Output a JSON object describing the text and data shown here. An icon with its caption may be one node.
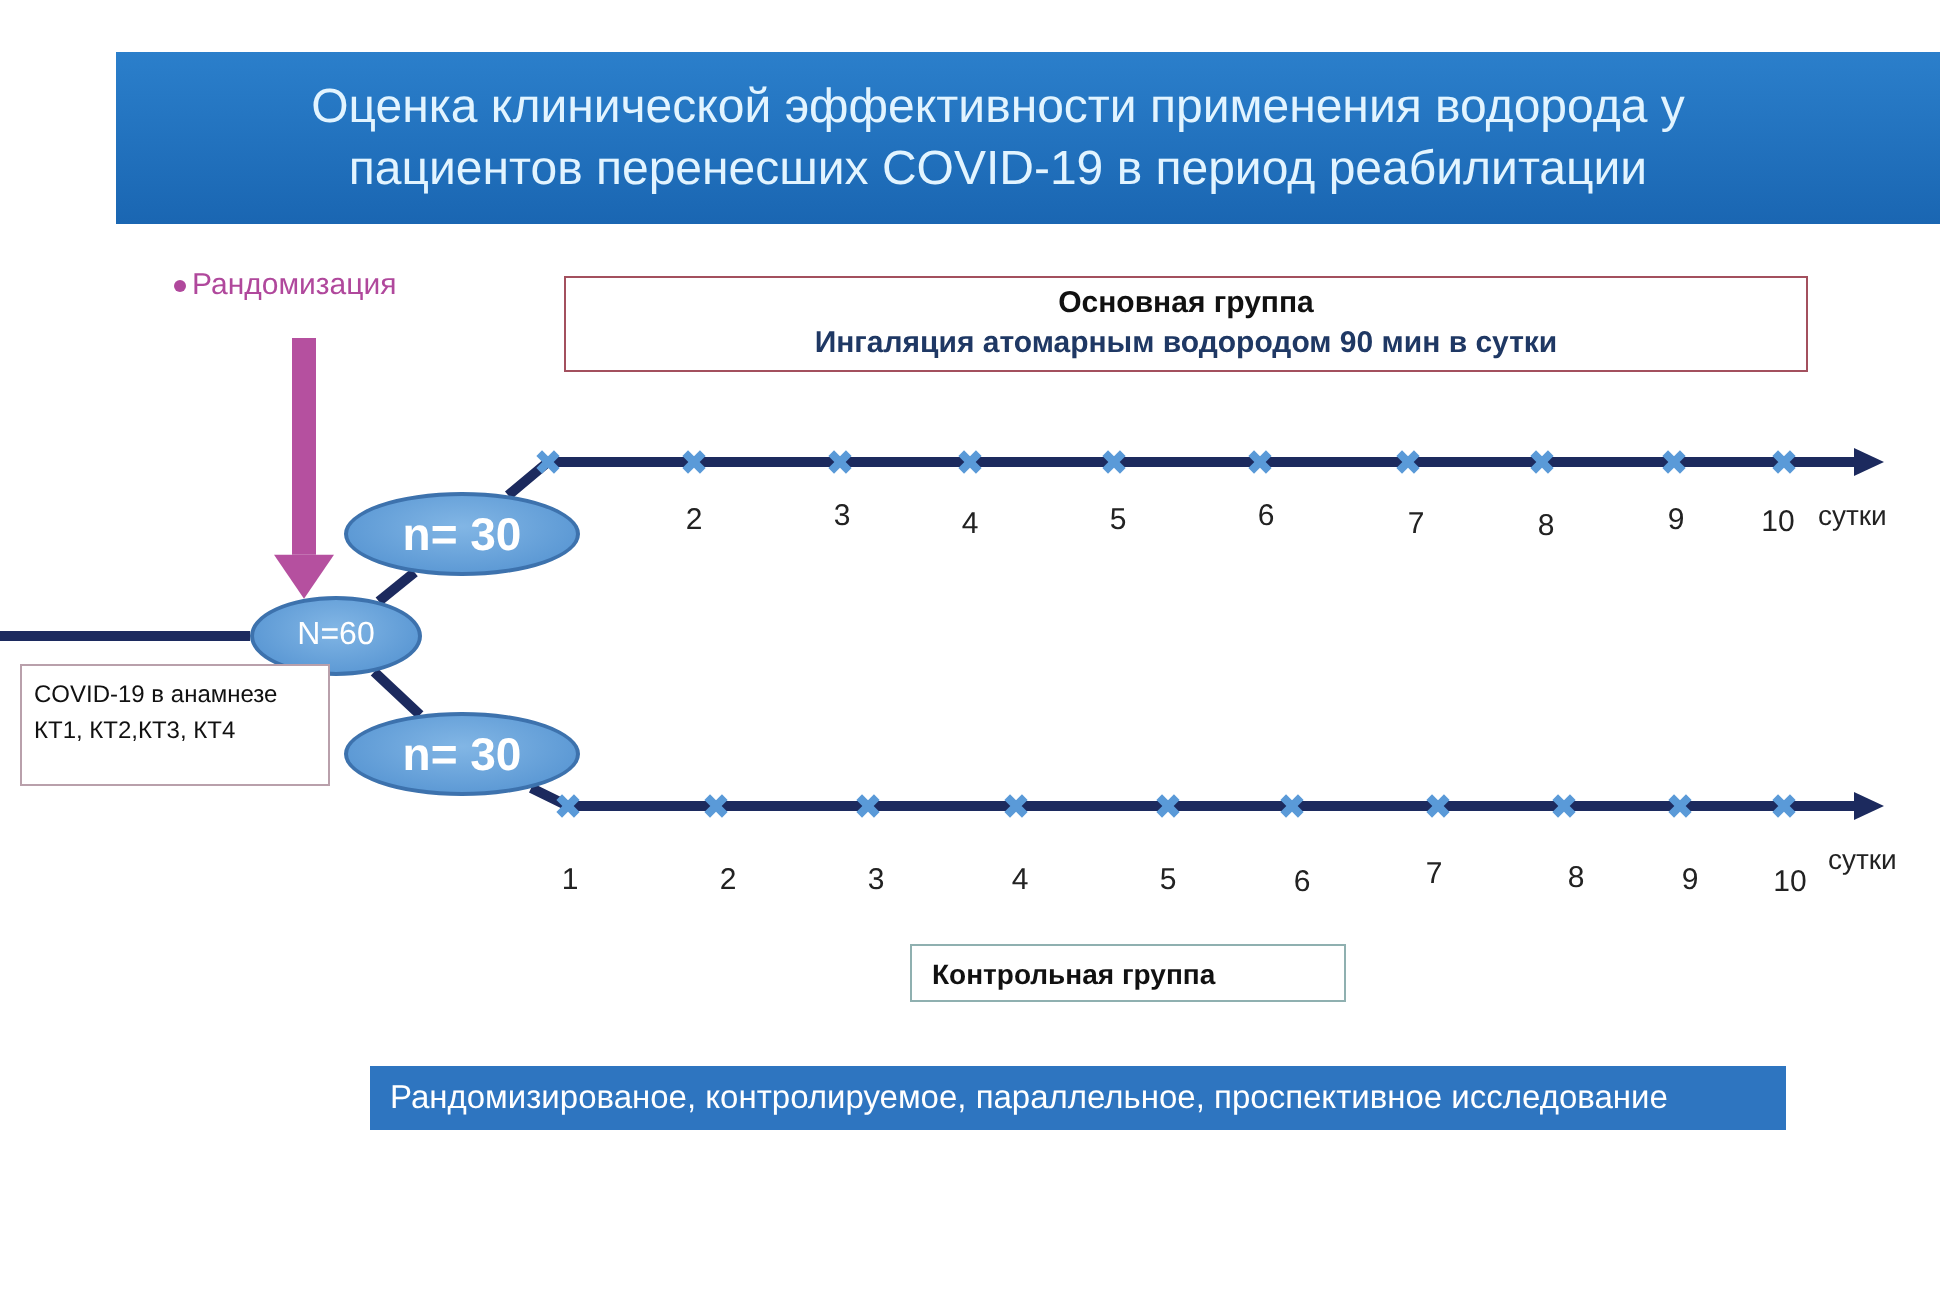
{
  "diagram": {
    "title": "Оценка клинической эффективности применения водорода у пациентов перенесших COVID-19 в период реабилитации",
    "nodes": [
      {
        "text": [
          "Рандомизация"
        ]
      },
      {
        "text": [
          "Основная группа",
          "Ингаляция атомарным водородом 90 мин в сутки"
        ]
      },
      {
        "text": [
          "n= 30"
        ]
      },
      {
        "text": [
          "N=60"
        ]
      },
      {
        "text": [
          "COVID-19 в анамнезе КТ1, КТ2,КТ3, КТ4"
        ]
      },
      {
        "text": [
          "n= 30"
        ]
      },
      {
        "text": [
          "Контрольная группа"
        ]
      },
      {
        "text": [
          "Рандомизированое, контролируемое, параллельное, проспективное исследование"
        ]
      }
    ],
    "edges": [
      {
        "from": 0,
        "to": 3,
        "arrow": "to",
        "style": "thick",
        "color": "#b5509f"
      },
      {
        "from": null,
        "to": 3,
        "arrow": "none"
      },
      {
        "from": 3,
        "to": 2,
        "arrow": "none"
      },
      {
        "from": 3,
        "to": 5,
        "arrow": "none"
      },
      {
        "from": 2,
        "to": null,
        "arrow": "to"
      },
      {
        "from": 5,
        "to": null,
        "arrow": "to"
      }
    ],
    "labels": [
      "2",
      "3",
      "4",
      "5",
      "6",
      "7",
      "8",
      "9",
      "10",
      "сутки",
      "1",
      "2",
      "3",
      "4",
      "5",
      "6",
      "7",
      "8",
      "9",
      "10",
      "сутки"
    ]
  }
}
